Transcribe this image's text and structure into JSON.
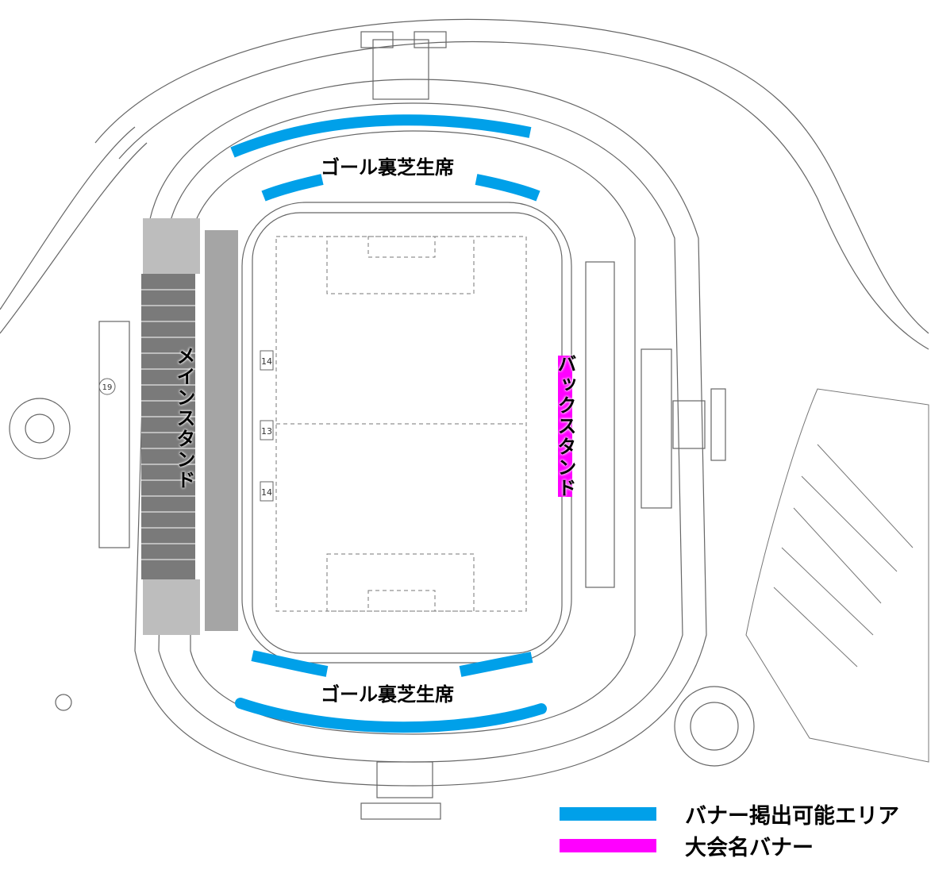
{
  "map": {
    "labels": {
      "goal_north": "ゴール裏芝生席",
      "goal_south": "ゴール裏芝生席",
      "main_stand": "メインスタンド",
      "back_stand": "バックスタンド"
    },
    "field_markers": [
      "14",
      "13",
      "14"
    ],
    "gate_number": "19"
  },
  "legend": {
    "items": [
      {
        "label": "バナー掲出可能エリア",
        "color": "#00a0e9"
      },
      {
        "label": "大会名バナー",
        "color": "#ff00ff"
      }
    ]
  },
  "colors": {
    "banner_area": "#00a0e9",
    "tournament_banner": "#ff00ff",
    "line": "#555555",
    "seating": "#6e6e6e"
  }
}
